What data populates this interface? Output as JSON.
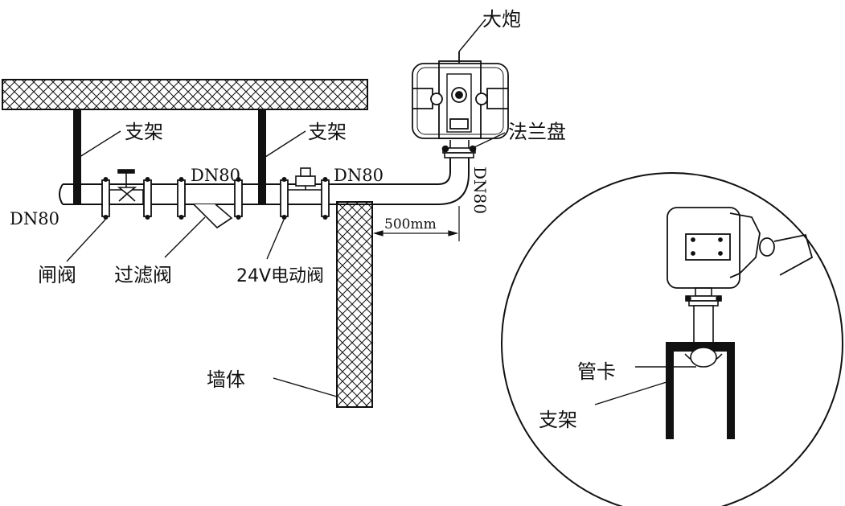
{
  "labels": {
    "cannon": "大炮",
    "flange": "法兰盘",
    "bracket_left": "支架",
    "bracket_mid": "支架",
    "dn_left": "DN80",
    "dn_mid1": "DN80",
    "dn_mid2": "DN80",
    "dn_vertical": "DN80",
    "dimension": "500mm",
    "gate_valve": "闸阀",
    "filter_valve": "过滤阀",
    "electric_valve": "24V电动阀",
    "wall": "墙体",
    "pipe_clamp": "管卡",
    "bracket_detail": "支架"
  },
  "colors": {
    "line": "#111111",
    "background": "#ffffff"
  }
}
